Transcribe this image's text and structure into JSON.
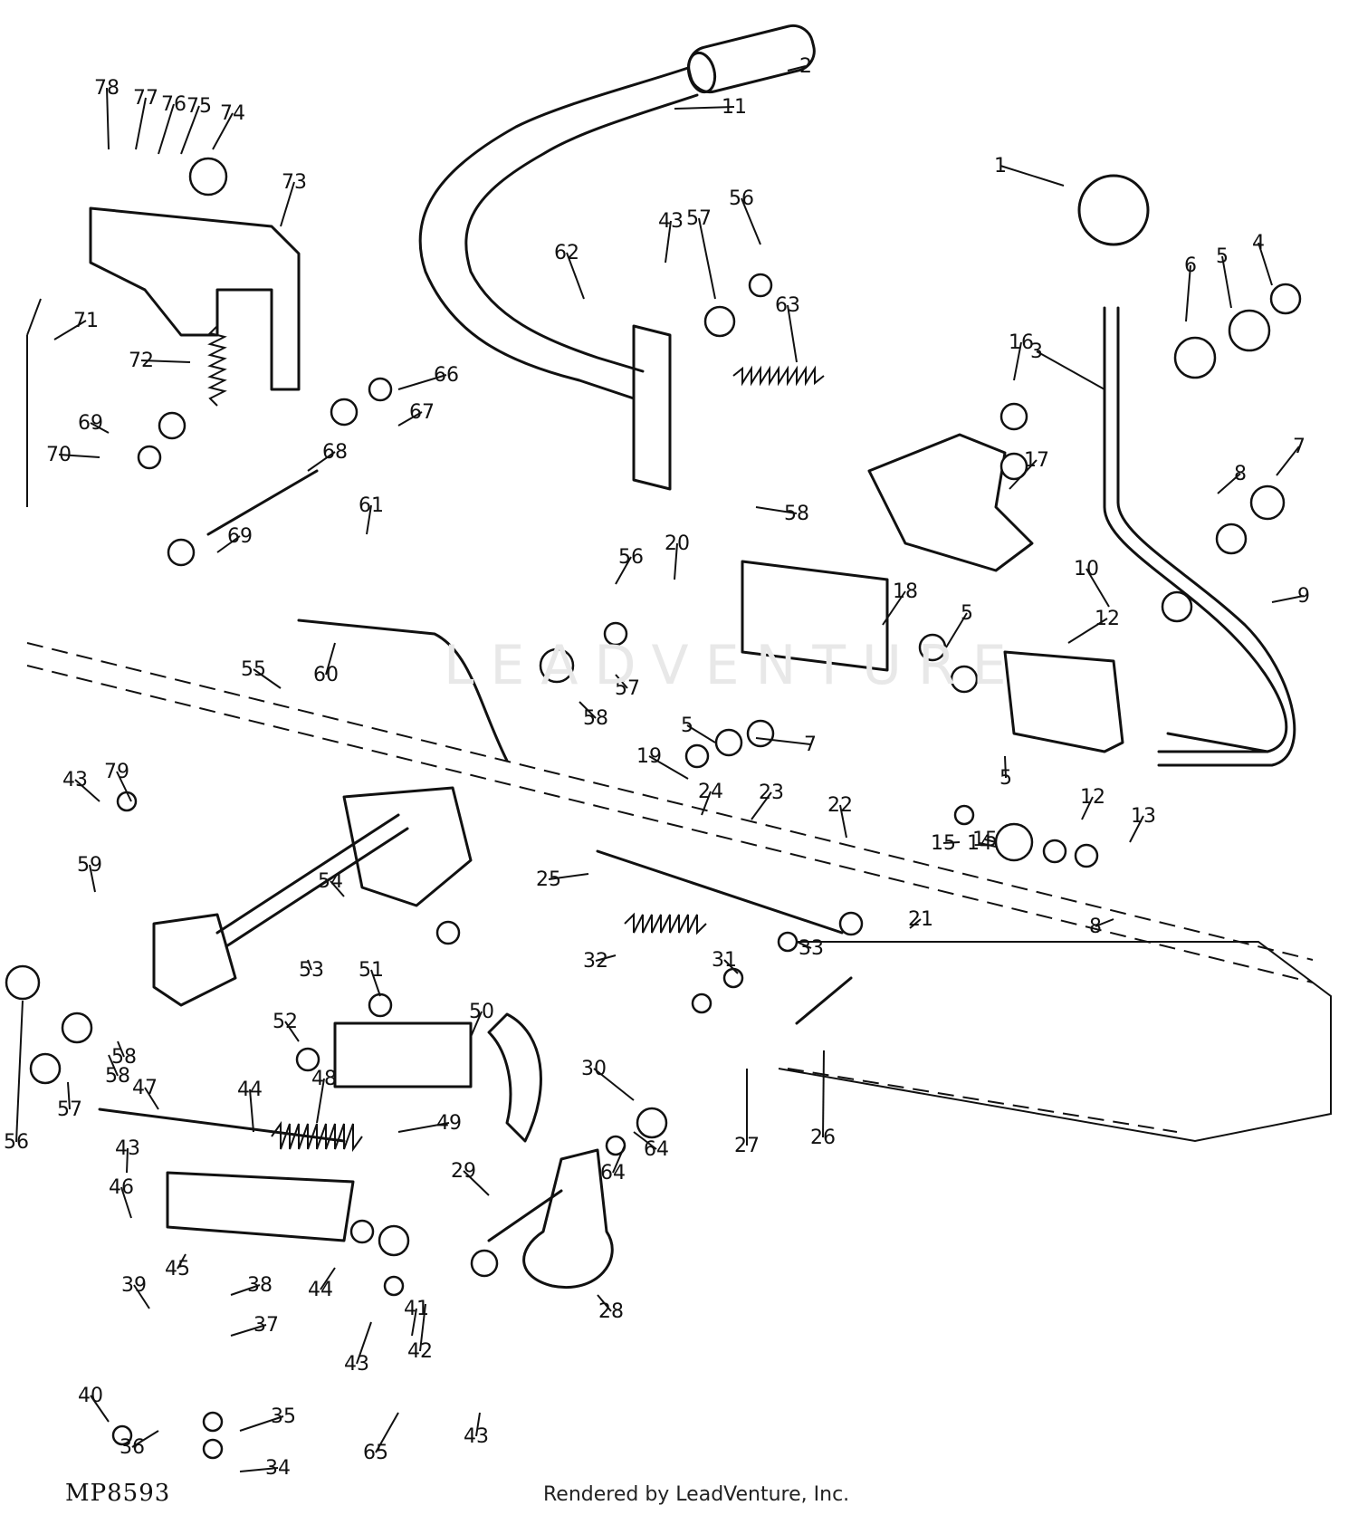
{
  "diagram": {
    "id_code": "MP8593",
    "credit": "Rendered by LeadVenture, Inc.",
    "watermark": "LEADVENTURE",
    "labels": [
      "1",
      "2",
      "3",
      "4",
      "5",
      "5",
      "5",
      "5",
      "6",
      "7",
      "7",
      "8",
      "8",
      "9",
      "10",
      "11",
      "12",
      "12",
      "13",
      "14",
      "15",
      "15",
      "16",
      "17",
      "18",
      "19",
      "20",
      "21",
      "22",
      "23",
      "24",
      "25",
      "26",
      "27",
      "28",
      "29",
      "30",
      "31",
      "32",
      "33",
      "34",
      "35",
      "36",
      "37",
      "38",
      "39",
      "40",
      "41",
      "42",
      "43",
      "43",
      "43",
      "43",
      "43",
      "44",
      "44",
      "45",
      "46",
      "47",
      "48",
      "49",
      "50",
      "51",
      "52",
      "53",
      "54",
      "55",
      "56",
      "56",
      "56",
      "57",
      "57",
      "57",
      "58",
      "58",
      "58",
      "58",
      "59",
      "60",
      "61",
      "62",
      "63",
      "64",
      "64",
      "65",
      "66",
      "67",
      "68",
      "69",
      "69",
      "70",
      "71",
      "72",
      "73",
      "74",
      "75",
      "76",
      "77",
      "78",
      "79"
    ]
  }
}
